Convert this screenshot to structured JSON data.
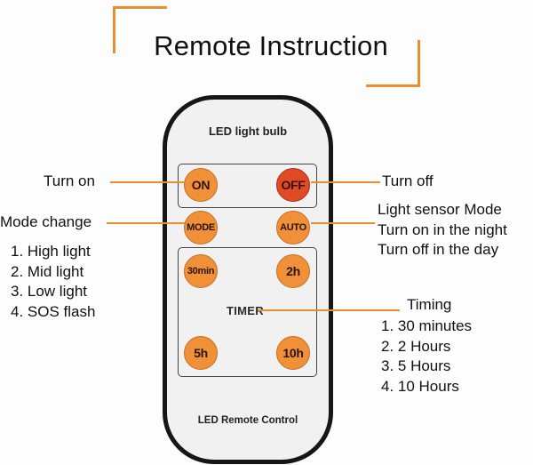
{
  "title": "Remote Instruction",
  "remote": {
    "header": "LED light bulb",
    "footer": "LED Remote Control",
    "buttons": {
      "on": "ON",
      "off": "OFF",
      "mode": "MODE",
      "auto": "AUTO",
      "t30": "30min",
      "t2h": "2h",
      "t5h": "5h",
      "t10h": "10h"
    },
    "timer_label": "TIMER"
  },
  "labels": {
    "turn_on": "Turn on",
    "turn_off": "Turn off",
    "mode_change": "Mode change",
    "mode_list": [
      "1. High light",
      "2. Mid light",
      "3. Low light",
      "4. SOS flash"
    ],
    "auto_lines": [
      "Light sensor Mode",
      "Turn on in the night",
      "Turn off in the day"
    ],
    "timing": "Timing",
    "timing_list": [
      "1. 30 minutes",
      "2. 2 Hours",
      "3. 5 Hours",
      "4. 10 Hours"
    ]
  },
  "colors": {
    "accent": "#e8902e",
    "button": "#f0913a",
    "off_button": "#e04a25"
  }
}
